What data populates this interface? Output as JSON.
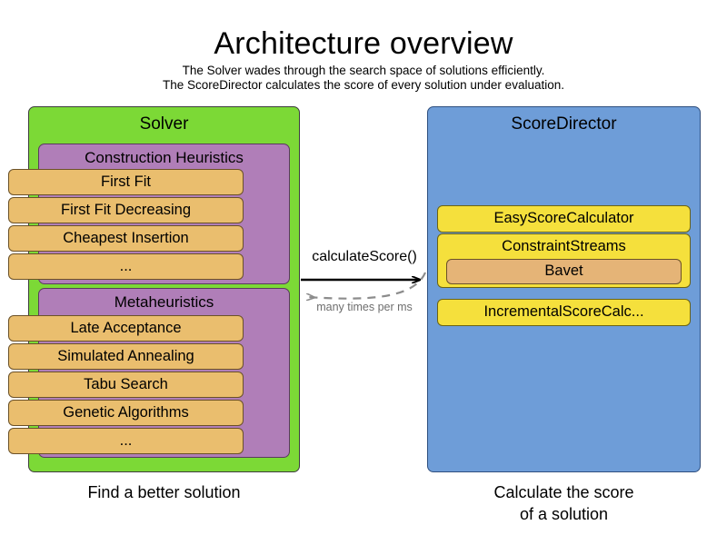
{
  "header": {
    "title": "Architecture overview",
    "subtitle_line1": "The Solver wades through the search space of solutions efficiently.",
    "subtitle_line2": "The ScoreDirector calculates the score of every solution under evaluation."
  },
  "solver": {
    "title": "Solver",
    "caption": "Find a better solution",
    "color": "#7CD936",
    "groups": [
      {
        "title": "Construction Heuristics",
        "color": "#B07EB8",
        "items": [
          {
            "label": "First Fit"
          },
          {
            "label": "First Fit Decreasing"
          },
          {
            "label": "Cheapest Insertion"
          },
          {
            "label": "..."
          }
        ]
      },
      {
        "title": "Metaheuristics",
        "color": "#B07EB8",
        "items": [
          {
            "label": "Late Acceptance"
          },
          {
            "label": "Simulated Annealing"
          },
          {
            "label": "Tabu Search"
          },
          {
            "label": "Genetic Algorithms"
          },
          {
            "label": "..."
          }
        ]
      }
    ]
  },
  "score_director": {
    "title": "ScoreDirector",
    "caption_line1": "Calculate the score",
    "caption_line2": "of a solution",
    "color": "#6E9DD8",
    "items": [
      {
        "label": "EasyScoreCalculator",
        "child": null
      },
      {
        "label": "ConstraintStreams",
        "child": "Bavet"
      },
      {
        "label": "IncrementalScoreCalc...",
        "child": null
      }
    ]
  },
  "arrows": {
    "request_label": "calculateScore()",
    "request_color": "#000000",
    "response_label": "many times per ms",
    "response_color": "#8c8c8c"
  },
  "palette": {
    "green": "#7CD936",
    "purple": "#B07EB8",
    "orange": "#EABE6E",
    "nested_orange": "#E5B477",
    "yellow": "#F5E03C",
    "blue": "#6E9DD8",
    "background": "#FFFFFF"
  }
}
